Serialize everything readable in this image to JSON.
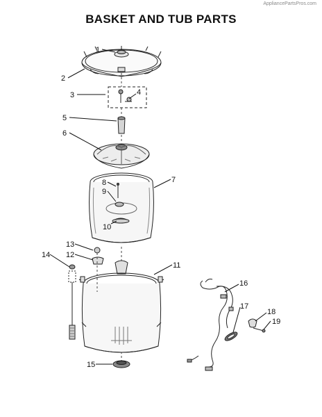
{
  "header": {
    "watermark": "AppliancePartsPros.com",
    "title": "BASKET AND TUB PARTS"
  },
  "callouts": [
    "1",
    "2",
    "3",
    "4",
    "5",
    "6",
    "7",
    "8",
    "9",
    "10",
    "11",
    "12",
    "13",
    "14",
    "15",
    "16",
    "17",
    "18",
    "19"
  ],
  "colors": {
    "line": "#222222",
    "shade": "#cfcfcf",
    "text": "#111111"
  }
}
